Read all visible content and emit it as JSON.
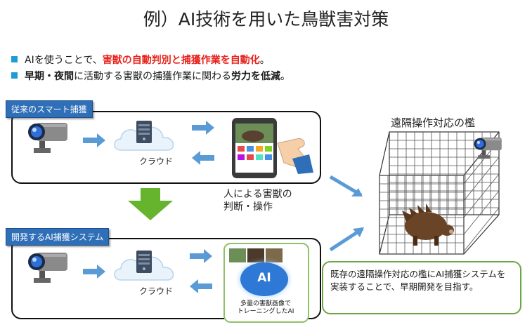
{
  "title": "例）AI技術を用いた鳥獣害対策",
  "bullets": [
    {
      "pre": "AIを使うことで、",
      "emph": "害獣の自動判別と捕獲作業を自動化",
      "post": "。"
    },
    {
      "b1": "早期・夜間",
      "mid": "に活動する害獣の捕獲作業に関わる",
      "b2": "労力を低減",
      "post": "。"
    }
  ],
  "section_traditional": {
    "label": "従来のスマート捕獲",
    "cloud": "クラウド"
  },
  "section_ai": {
    "label": "開発するAI捕獲システム",
    "cloud": "クラウド",
    "ai_text": "AI",
    "ai_caption_1": "多量の害獣画像で",
    "ai_caption_2": "トレーニングしたAI"
  },
  "human_caption": {
    "line1": "人による害獣の",
    "line2": "判断・操作"
  },
  "cage_label": "遠隔操作対応の檻",
  "note": "既存の遠隔操作対応の檻にAI捕獲システムを実装することで、早期開発を目指す。",
  "colors": {
    "accent_blue": "#2f6fb8",
    "arrow_blue": "#5b9bd5",
    "green_arrow": "#66b32e",
    "red": "#e8231c",
    "green_border": "#6ba644"
  }
}
